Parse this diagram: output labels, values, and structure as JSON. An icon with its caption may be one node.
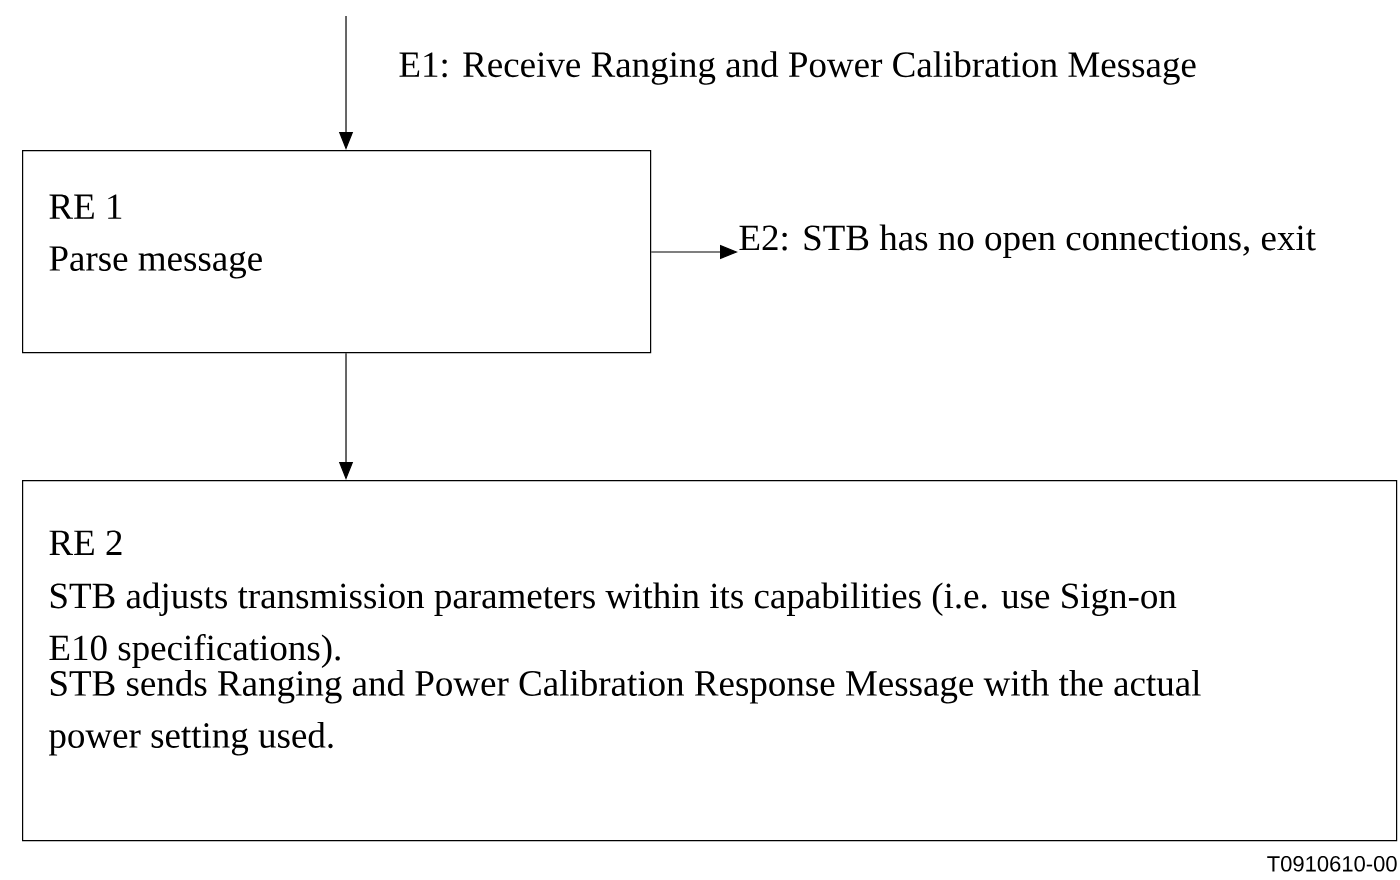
{
  "diagram": {
    "nodes": [
      {
        "text": [
          "RE 1",
          "Parse message"
        ]
      },
      {
        "text": [
          "E2: STB has no open connections, exit"
        ]
      },
      {
        "text": [
          "RE 2",
          "STB adjusts transmission parameters within its capabilities (i.e. use Sign-on E10 specifications).",
          "STB sends Ranging and Power Calibration Response Message with the actual power setting used."
        ]
      }
    ],
    "edges": [
      {
        "from": null,
        "to": 0,
        "arrow": "to",
        "label": "E1: Receive Ranging and Power Calibration Message"
      },
      {
        "from": 0,
        "to": 1,
        "arrow": "to"
      },
      {
        "from": 0,
        "to": 2,
        "arrow": "to"
      }
    ],
    "labels": [
      "T0910610-00"
    ]
  }
}
